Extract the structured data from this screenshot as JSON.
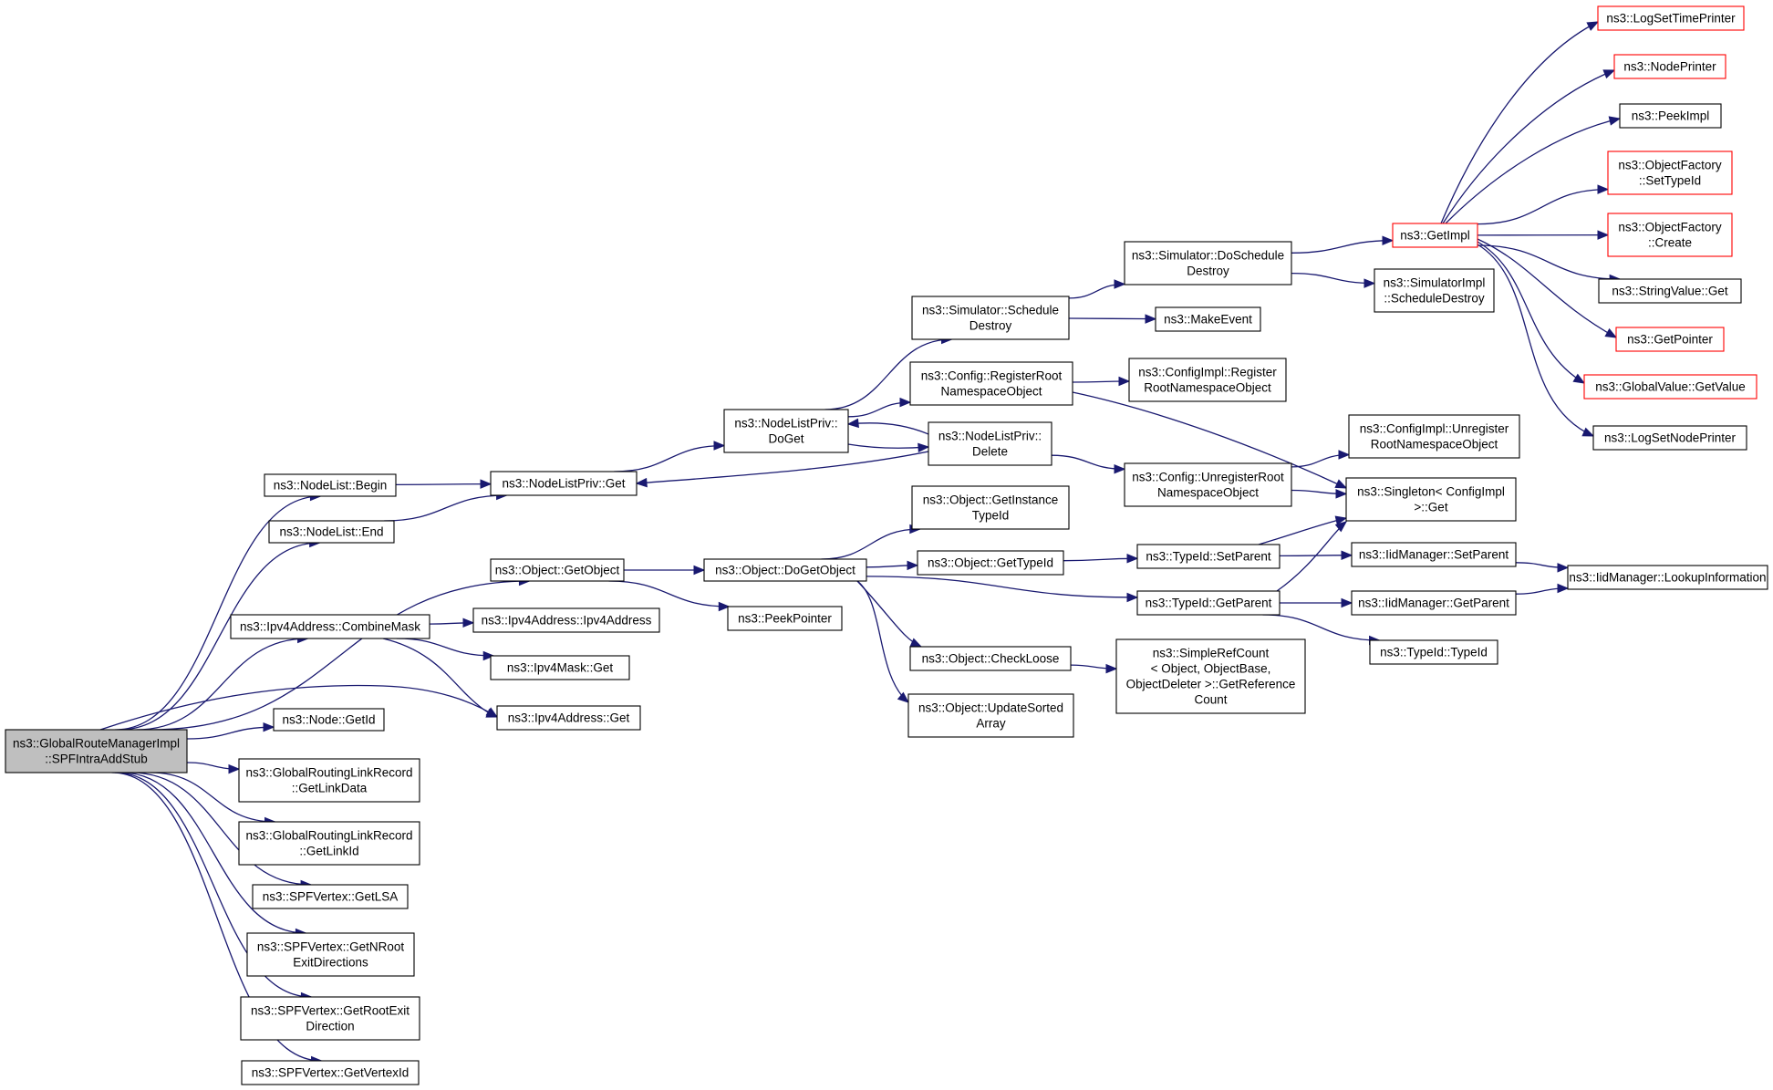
{
  "graph": {
    "nodes": [
      {
        "id": "root",
        "lines": [
          "ns3::GlobalRouteManagerImpl",
          "::SPFIntraAddStub"
        ],
        "style": "root"
      },
      {
        "id": "nl_begin",
        "lines": [
          "ns3::NodeList::Begin"
        ]
      },
      {
        "id": "nl_end",
        "lines": [
          "ns3::NodeList::End"
        ]
      },
      {
        "id": "obj_getobject",
        "lines": [
          "ns3::Object::GetObject"
        ]
      },
      {
        "id": "ipv4_combine",
        "lines": [
          "ns3::Ipv4Address::CombineMask"
        ]
      },
      {
        "id": "node_getid",
        "lines": [
          "ns3::Node::GetId"
        ]
      },
      {
        "id": "grl_linkdata",
        "lines": [
          "ns3::GlobalRoutingLinkRecord",
          "::GetLinkData"
        ]
      },
      {
        "id": "grl_linkid",
        "lines": [
          "ns3::GlobalRoutingLinkRecord",
          "::GetLinkId"
        ]
      },
      {
        "id": "spf_getlsa",
        "lines": [
          "ns3::SPFVertex::GetLSA"
        ]
      },
      {
        "id": "spf_nroot",
        "lines": [
          "ns3::SPFVertex::GetNRoot",
          "ExitDirections"
        ]
      },
      {
        "id": "spf_rootexit",
        "lines": [
          "ns3::SPFVertex::GetRootExit",
          "Direction"
        ]
      },
      {
        "id": "spf_vertexid",
        "lines": [
          "ns3::SPFVertex::GetVertexId"
        ]
      },
      {
        "id": "nlp_get",
        "lines": [
          "ns3::NodeListPriv::Get"
        ]
      },
      {
        "id": "obj_dogetobject",
        "lines": [
          "ns3::Object::DoGetObject"
        ]
      },
      {
        "id": "peekpointer",
        "lines": [
          "ns3::PeekPointer"
        ]
      },
      {
        "id": "ipv4_ctor",
        "lines": [
          "ns3::Ipv4Address::Ipv4Address"
        ]
      },
      {
        "id": "ipv4mask_get",
        "lines": [
          "ns3::Ipv4Mask::Get"
        ]
      },
      {
        "id": "ipv4_get",
        "lines": [
          "ns3::Ipv4Address::Get"
        ]
      },
      {
        "id": "nlp_doget",
        "lines": [
          "ns3::NodeListPriv::",
          "DoGet"
        ]
      },
      {
        "id": "sim_schedule",
        "lines": [
          "ns3::Simulator::Schedule",
          "Destroy"
        ]
      },
      {
        "id": "cfg_register",
        "lines": [
          "ns3::Config::RegisterRoot",
          "NamespaceObject"
        ]
      },
      {
        "id": "nlp_delete",
        "lines": [
          "ns3::NodeListPriv::",
          "Delete"
        ]
      },
      {
        "id": "obj_instancetypeid",
        "lines": [
          "ns3::Object::GetInstance",
          "TypeId"
        ]
      },
      {
        "id": "obj_gettypeid",
        "lines": [
          "ns3::Object::GetTypeId"
        ]
      },
      {
        "id": "obj_checkloose",
        "lines": [
          "ns3::Object::CheckLoose"
        ]
      },
      {
        "id": "obj_updatesorted",
        "lines": [
          "ns3::Object::UpdateSorted",
          "Array"
        ]
      },
      {
        "id": "sim_doschedule",
        "lines": [
          "ns3::Simulator::DoSchedule",
          "Destroy"
        ]
      },
      {
        "id": "makeevent",
        "lines": [
          "ns3::MakeEvent"
        ]
      },
      {
        "id": "cfgimpl_register",
        "lines": [
          "ns3::ConfigImpl::Register",
          "RootNamespaceObject"
        ]
      },
      {
        "id": "cfg_unregister",
        "lines": [
          "ns3::Config::UnregisterRoot",
          "NamespaceObject"
        ]
      },
      {
        "id": "typeid_setparent",
        "lines": [
          "ns3::TypeId::SetParent"
        ]
      },
      {
        "id": "typeid_getparent",
        "lines": [
          "ns3::TypeId::GetParent"
        ]
      },
      {
        "id": "simplerefcount",
        "lines": [
          "ns3::SimpleRefCount",
          "< Object, ObjectBase,",
          "ObjectDeleter >::GetReference",
          "Count"
        ]
      },
      {
        "id": "getimpl",
        "lines": [
          "ns3::GetImpl"
        ],
        "style": "red"
      },
      {
        "id": "simimpl_schedule",
        "lines": [
          "ns3::SimulatorImpl",
          "::ScheduleDestroy"
        ]
      },
      {
        "id": "cfgimpl_unregister",
        "lines": [
          "ns3::ConfigImpl::Unregister",
          "RootNamespaceObject"
        ]
      },
      {
        "id": "singleton_get",
        "lines": [
          "ns3::Singleton< ConfigImpl",
          ">::Get"
        ]
      },
      {
        "id": "iid_setparent",
        "lines": [
          "ns3::IidManager::SetParent"
        ]
      },
      {
        "id": "iid_getparent",
        "lines": [
          "ns3::IidManager::GetParent"
        ]
      },
      {
        "id": "typeid_ctor",
        "lines": [
          "ns3::TypeId::TypeId"
        ]
      },
      {
        "id": "iid_lookup",
        "lines": [
          "ns3::IidManager::LookupInformation"
        ]
      },
      {
        "id": "log_timeprinter",
        "lines": [
          "ns3::LogSetTimePrinter"
        ],
        "style": "red"
      },
      {
        "id": "nodeprinter",
        "lines": [
          "ns3::NodePrinter"
        ],
        "style": "red"
      },
      {
        "id": "peekimpl",
        "lines": [
          "ns3::PeekImpl"
        ]
      },
      {
        "id": "of_settypeid",
        "lines": [
          "ns3::ObjectFactory",
          "::SetTypeId"
        ],
        "style": "red"
      },
      {
        "id": "of_create",
        "lines": [
          "ns3::ObjectFactory",
          "::Create"
        ],
        "style": "red"
      },
      {
        "id": "stringvalue_get",
        "lines": [
          "ns3::StringValue::Get"
        ]
      },
      {
        "id": "getpointer",
        "lines": [
          "ns3::GetPointer"
        ],
        "style": "red"
      },
      {
        "id": "gv_getvalue",
        "lines": [
          "ns3::GlobalValue::GetValue"
        ],
        "style": "red"
      },
      {
        "id": "log_nodeprinter",
        "lines": [
          "ns3::LogSetNodePrinter"
        ]
      }
    ],
    "edges": [
      [
        "root",
        "nl_begin"
      ],
      [
        "root",
        "nl_end"
      ],
      [
        "root",
        "obj_getobject"
      ],
      [
        "root",
        "ipv4_combine"
      ],
      [
        "root",
        "ipv4_get"
      ],
      [
        "root",
        "node_getid"
      ],
      [
        "root",
        "grl_linkdata"
      ],
      [
        "root",
        "grl_linkid"
      ],
      [
        "root",
        "spf_getlsa"
      ],
      [
        "root",
        "spf_nroot"
      ],
      [
        "root",
        "spf_rootexit"
      ],
      [
        "root",
        "spf_vertexid"
      ],
      [
        "nl_begin",
        "nlp_get"
      ],
      [
        "nl_end",
        "nlp_get"
      ],
      [
        "obj_getobject",
        "obj_dogetobject"
      ],
      [
        "obj_getobject",
        "peekpointer"
      ],
      [
        "ipv4_combine",
        "ipv4_ctor"
      ],
      [
        "ipv4_combine",
        "ipv4mask_get"
      ],
      [
        "ipv4_combine",
        "ipv4_get"
      ],
      [
        "nlp_get",
        "nlp_doget"
      ],
      [
        "nlp_doget",
        "sim_schedule"
      ],
      [
        "nlp_doget",
        "cfg_register"
      ],
      [
        "nlp_doget",
        "nlp_delete"
      ],
      [
        "nlp_delete",
        "nlp_doget"
      ],
      [
        "nlp_delete",
        "nlp_get"
      ],
      [
        "nlp_delete",
        "cfg_unregister"
      ],
      [
        "obj_dogetobject",
        "obj_instancetypeid"
      ],
      [
        "obj_dogetobject",
        "obj_gettypeid"
      ],
      [
        "obj_dogetobject",
        "typeid_getparent"
      ],
      [
        "obj_dogetobject",
        "obj_checkloose"
      ],
      [
        "obj_dogetobject",
        "obj_updatesorted"
      ],
      [
        "sim_schedule",
        "sim_doschedule"
      ],
      [
        "sim_schedule",
        "makeevent"
      ],
      [
        "cfg_register",
        "cfgimpl_register"
      ],
      [
        "cfg_register",
        "singleton_get"
      ],
      [
        "cfg_unregister",
        "cfgimpl_unregister"
      ],
      [
        "cfg_unregister",
        "singleton_get"
      ],
      [
        "obj_gettypeid",
        "typeid_setparent"
      ],
      [
        "obj_checkloose",
        "simplerefcount"
      ],
      [
        "sim_doschedule",
        "getimpl"
      ],
      [
        "sim_doschedule",
        "simimpl_schedule"
      ],
      [
        "typeid_setparent",
        "singleton_get"
      ],
      [
        "typeid_setparent",
        "iid_setparent"
      ],
      [
        "typeid_getparent",
        "singleton_get"
      ],
      [
        "typeid_getparent",
        "iid_getparent"
      ],
      [
        "typeid_getparent",
        "typeid_ctor"
      ],
      [
        "iid_setparent",
        "iid_lookup"
      ],
      [
        "iid_getparent",
        "iid_lookup"
      ],
      [
        "getimpl",
        "log_timeprinter"
      ],
      [
        "getimpl",
        "nodeprinter"
      ],
      [
        "getimpl",
        "peekimpl"
      ],
      [
        "getimpl",
        "of_settypeid"
      ],
      [
        "getimpl",
        "of_create"
      ],
      [
        "getimpl",
        "stringvalue_get"
      ],
      [
        "getimpl",
        "getpointer"
      ],
      [
        "getimpl",
        "gv_getvalue"
      ],
      [
        "getimpl",
        "log_nodeprinter"
      ]
    ]
  }
}
